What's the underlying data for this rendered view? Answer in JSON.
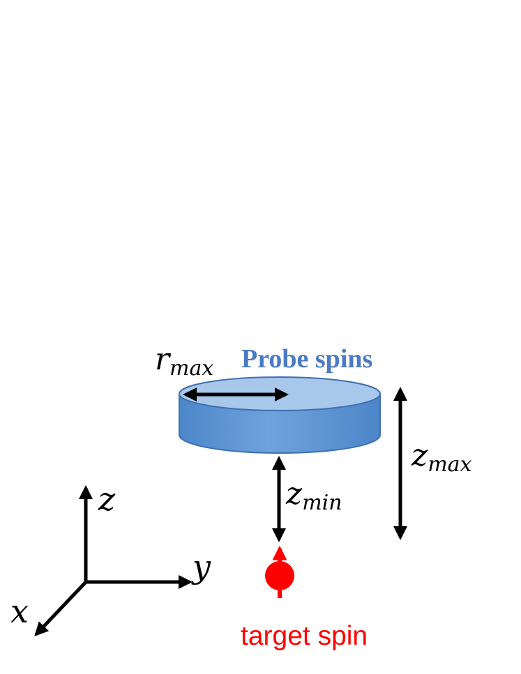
{
  "colors": {
    "probe": "#4a7ac4",
    "disk_side": "#5b93d3",
    "disk_top": "#a8c8eb",
    "target": "#ff0000",
    "arrows": "#000000"
  },
  "probe_label": "Probe spins",
  "target_label": "target spin",
  "labels": {
    "r_max": {
      "base": "r",
      "sub": "max"
    },
    "z_max": {
      "base": "z",
      "sub": "max"
    },
    "z_min": {
      "base": "z",
      "sub": "min"
    }
  },
  "axes": {
    "x": "x",
    "y": "y",
    "z": "z"
  }
}
